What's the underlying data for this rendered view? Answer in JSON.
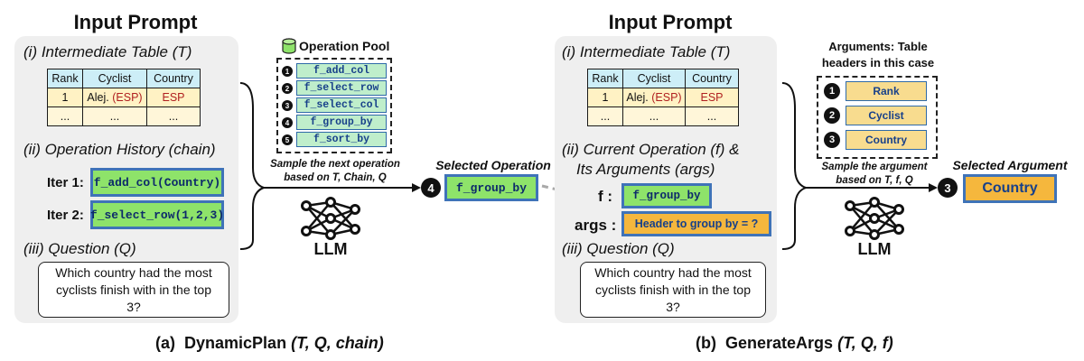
{
  "left": {
    "title": "Input Prompt",
    "table_section": "(i) Intermediate Table (T)",
    "table": {
      "headers": [
        "Rank",
        "Cyclist",
        "Country"
      ],
      "row1": {
        "rank": "1",
        "cyclist_a": "Alej.",
        "cyclist_b": "(ESP)",
        "country": "ESP"
      },
      "row2": [
        "...",
        "...",
        "..."
      ]
    },
    "history_section": "(ii) Operation History (chain)",
    "iter1_label": "Iter 1:",
    "iter1_op": "f_add_col(Country)",
    "iter2_label": "Iter 2:",
    "iter2_op": "f_select_row(1,2,3)",
    "question_section": "(iii) Question (Q)",
    "question": "Which country had the most cyclists finish with in the top 3?"
  },
  "pool": {
    "title": "Operation Pool",
    "ops": [
      {
        "num": "1",
        "label": "f_add_col"
      },
      {
        "num": "2",
        "label": "f_select_row"
      },
      {
        "num": "3",
        "label": "f_select_col"
      },
      {
        "num": "4",
        "label": "f_group_by"
      },
      {
        "num": "5",
        "label": "f_sort_by"
      }
    ],
    "sample_text": "Sample the next operation based on T, Chain, Q"
  },
  "left_llm": "LLM",
  "selected_op": {
    "label": "Selected Operation",
    "num": "4",
    "value": "f_group_by"
  },
  "right": {
    "title": "Input Prompt",
    "table_section": "(i) Intermediate Table (T)",
    "table": {
      "headers": [
        "Rank",
        "Cyclist",
        "Country"
      ],
      "row1": {
        "rank": "1",
        "cyclist_a": "Alej.",
        "cyclist_b": "(ESP)",
        "country": "ESP"
      },
      "row2": [
        "...",
        "...",
        "..."
      ]
    },
    "current_section_1": "(ii) Current Operation (f) &",
    "current_section_2": "Its Arguments (args)",
    "f_label": "f :",
    "f_value": "f_group_by",
    "args_label": "args :",
    "args_value": "Header to group by = ?",
    "question_section": "(iii) Question (Q)",
    "question": "Which country had the most cyclists finish with in the top 3?"
  },
  "args_pool": {
    "title_1": "Arguments: Table",
    "title_2": "headers in this case",
    "items": [
      {
        "num": "1",
        "label": "Rank"
      },
      {
        "num": "2",
        "label": "Cyclist"
      },
      {
        "num": "3",
        "label": "Country"
      }
    ],
    "sample_text": "Sample the argument based on T, f, Q"
  },
  "right_llm": "LLM",
  "selected_arg": {
    "label": "Selected Argument",
    "num": "3",
    "value": "Country"
  },
  "captions": {
    "a_prefix": "(a)",
    "a_name": "DynamicPlan",
    "a_args": "(T, Q, chain)",
    "b_prefix": "(b)",
    "b_name": "GenerateArgs",
    "b_args": "(T, Q, f)"
  },
  "colors": {
    "green_chip": "#8ee36a",
    "chip_border": "#3f73b8",
    "orange_chip": "#f5b73d",
    "table_header": "#cdeef7",
    "panel": "#efefef"
  }
}
